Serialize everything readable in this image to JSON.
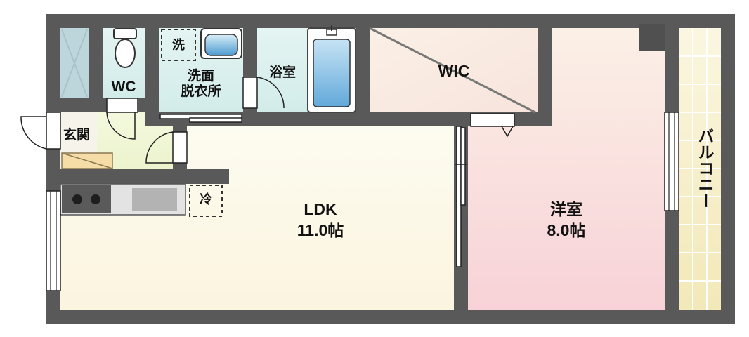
{
  "colors": {
    "wall": "#595959",
    "ldk_floor_top": "#fdfbec",
    "ldk_floor_bottom": "#fbf5e0",
    "bedroom_floor_top": "#fbeee2",
    "bedroom_floor_bottom": "#f9d3d8",
    "wic_floor": "#f9e9df",
    "wet_area_floor": "#daf0ee",
    "closet_floor": "#bfd7dd",
    "entrance_floor": "#f0f7d5",
    "balcony_floor": "#f7eecb",
    "bathtub": "#8fc3e6"
  },
  "rooms": {
    "wc": "WC",
    "washroom": "洗面\n脱衣所",
    "washing_machine": "洗",
    "bathroom": "浴室",
    "wic": "WIC",
    "entrance": "玄関",
    "refrigerator": "冷",
    "ldk_name": "LDK",
    "ldk_size": "11.0帖",
    "bedroom_name": "洋室",
    "bedroom_size": "8.0帖",
    "balcony": "バルコニー"
  }
}
